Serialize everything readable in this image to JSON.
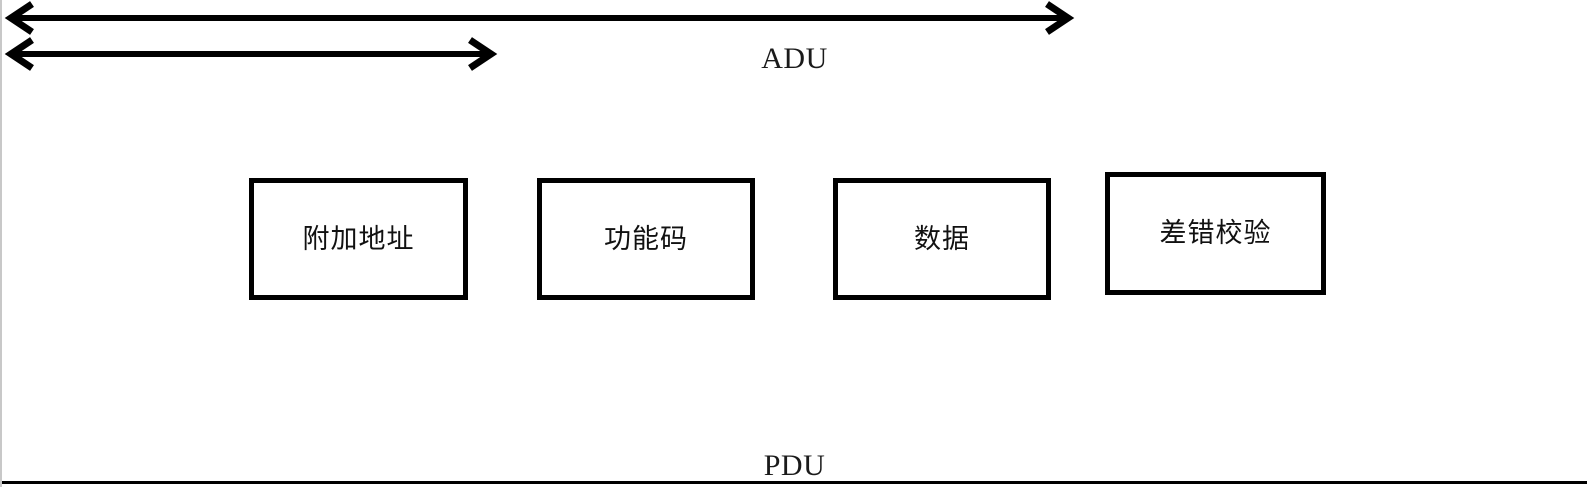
{
  "diagram": {
    "title_top": "ADU",
    "title_bottom": "PDU",
    "top_span": {
      "label": "ADU",
      "arrow_icon": "double-headed-arrow-icon",
      "direction": "both"
    },
    "bottom_span": {
      "label": "PDU",
      "arrow_icon": "double-headed-arrow-icon",
      "direction": "both"
    },
    "fields": [
      {
        "id": "additional-address",
        "label": "附加地址"
      },
      {
        "id": "function-code",
        "label": "功能码"
      },
      {
        "id": "data",
        "label": "数据"
      },
      {
        "id": "error-check",
        "label": "差错校验"
      }
    ],
    "colors": {
      "stroke": "#000000",
      "text": "#111111",
      "background": "#ffffff",
      "frame": "#c8c8c8"
    }
  }
}
